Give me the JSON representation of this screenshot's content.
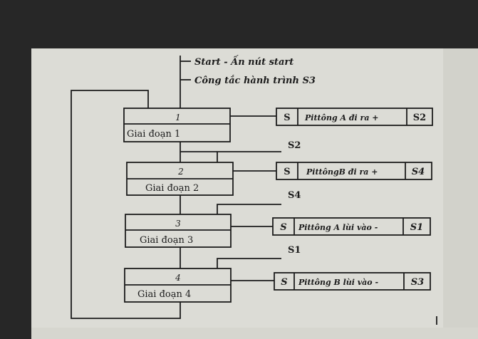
{
  "transitions": {
    "start": "Start - Ấn nút start",
    "s3_switch": "Công tắc hành trình S3",
    "t1": "S2",
    "t2": "S4",
    "t3": "S1"
  },
  "steps": [
    {
      "number": "1",
      "label": "Giai đoạn 1"
    },
    {
      "number": "2",
      "label": "Giai đoạn 2"
    },
    {
      "number": "3",
      "label": "Giai đoạn 3"
    },
    {
      "number": "4",
      "label": "Giai đoạn 4"
    }
  ],
  "actions": [
    {
      "type": "S",
      "text": "Pittông A đi ra +",
      "sensor": "S2"
    },
    {
      "type": "S",
      "text": "PittôngB đi ra +",
      "sensor": "S4"
    },
    {
      "type": "S",
      "text": "Pittông A lùi vào -",
      "sensor": "S1"
    },
    {
      "type": "S",
      "text": "Pittông B lùi vào -",
      "sensor": "S3"
    }
  ]
}
